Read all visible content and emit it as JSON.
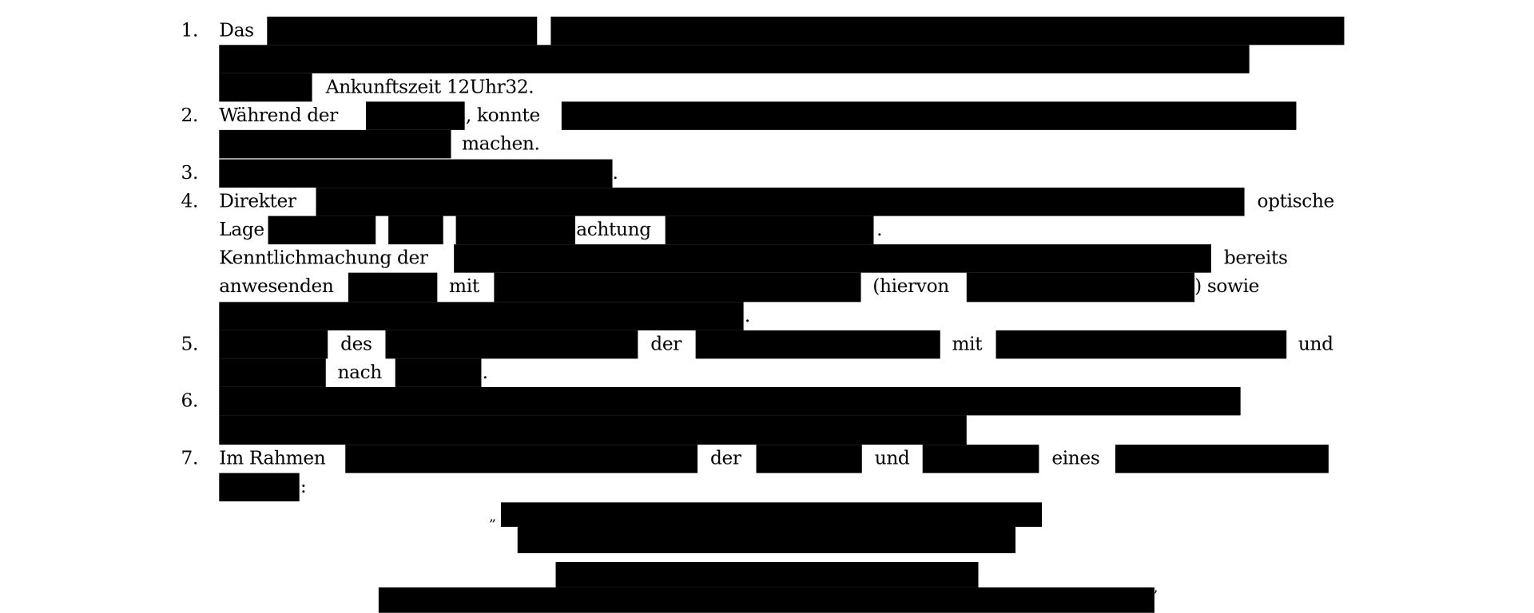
{
  "items": [
    {
      "number": "1.",
      "texts": [
        "Das",
        "Ankunftszeit 12Uhr32."
      ]
    },
    {
      "number": "2.",
      "texts": [
        "Während der",
        ", konnte",
        "machen."
      ]
    },
    {
      "number": "3.",
      "texts": [
        "."
      ]
    },
    {
      "number": "4.",
      "texts": [
        "Direkter",
        "optische",
        "Lage",
        "achtung",
        ".",
        "Kenntlichmachung der",
        "bereits",
        "anwesenden",
        "mit",
        "(hiervon",
        ") sowie",
        "."
      ]
    },
    {
      "number": "5.",
      "texts": [
        "des",
        "der",
        "mit",
        "und",
        "nach",
        "."
      ]
    },
    {
      "number": "6.",
      "texts": []
    },
    {
      "number": "7.",
      "texts": [
        "Im Rahmen",
        "der",
        "und",
        "eines",
        ":"
      ]
    }
  ],
  "quote": {
    "open": "„",
    "close": "’"
  },
  "redaction_color": "#000000"
}
